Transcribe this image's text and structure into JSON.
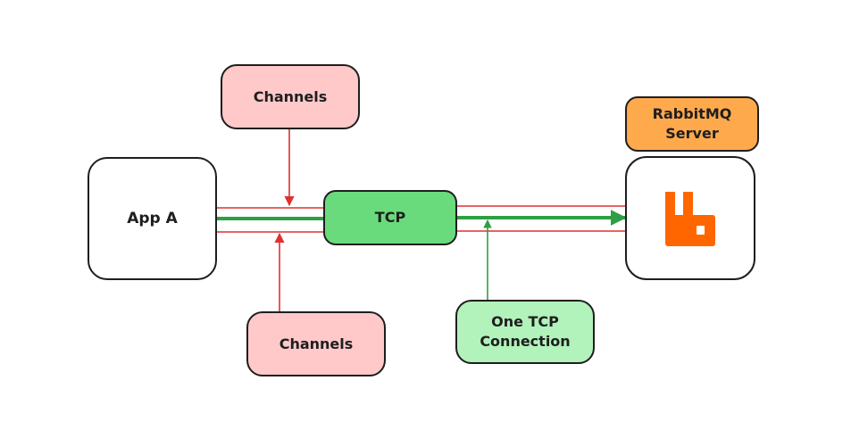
{
  "diagram": {
    "app": {
      "label": "App A"
    },
    "channels_top": {
      "label": "Channels"
    },
    "channels_bottom": {
      "label": "Channels"
    },
    "tcp": {
      "label": "TCP"
    },
    "connection": {
      "label": "One TCP Connection"
    },
    "server": {
      "label": "RabbitMQ Server",
      "icon": "rabbitmq-logo-icon"
    }
  },
  "colors": {
    "channel_line": "#e03131",
    "tcp_line": "#2f9e44",
    "channels_fill": "#ffc9c9",
    "tcp_fill": "#69db7c",
    "connection_fill": "#b2f2bb",
    "server_label_fill": "#ffa94d",
    "logo": "#ff6600"
  }
}
